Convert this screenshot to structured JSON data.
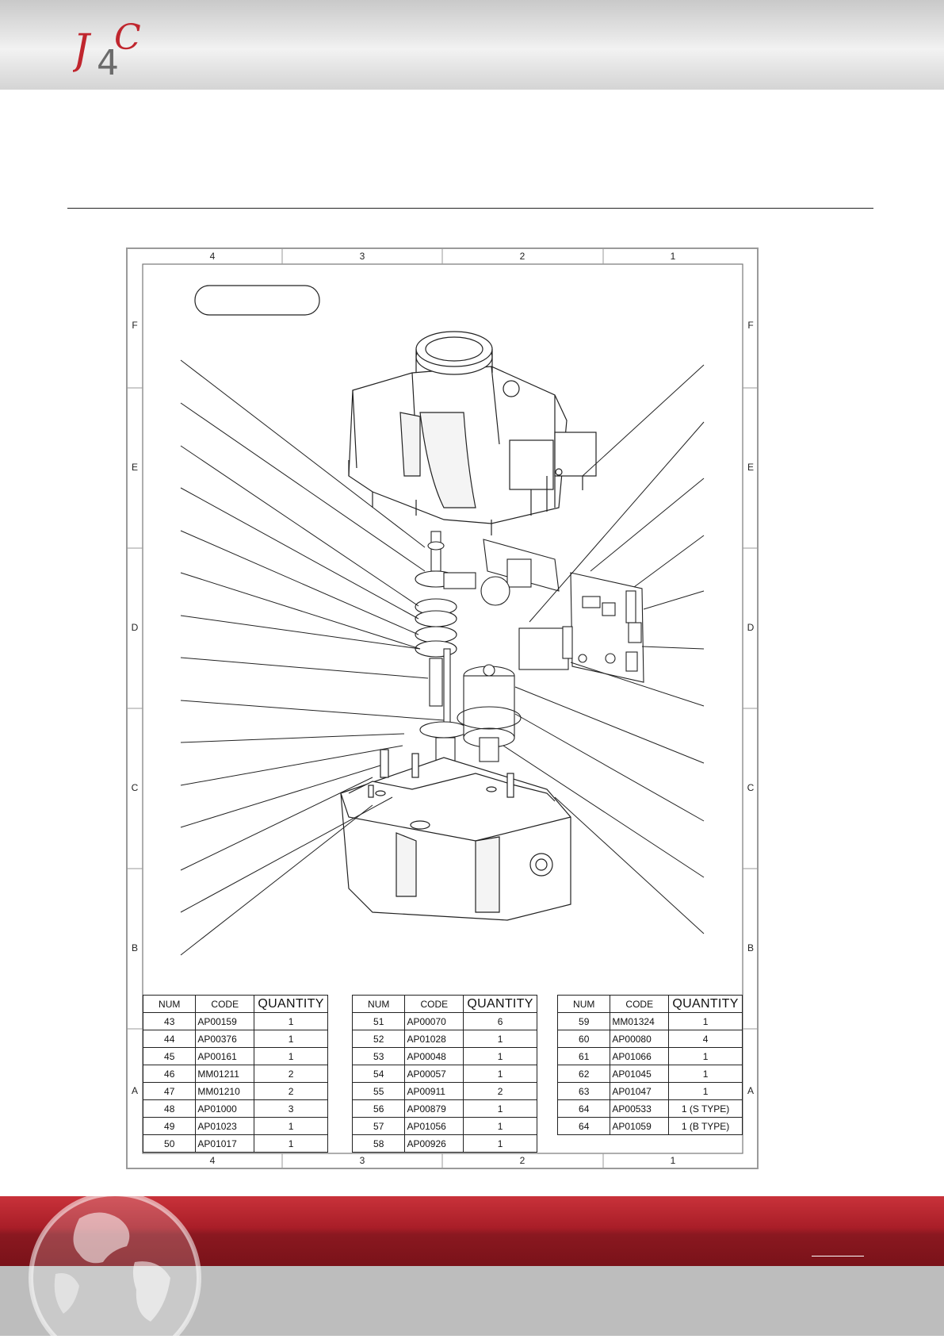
{
  "logo": {
    "text": "J4C"
  },
  "drawing": {
    "columns_top": [
      "4",
      "3",
      "2",
      "1"
    ],
    "columns_bottom": [
      "4",
      "3",
      "2",
      "1"
    ],
    "rows_left": [
      "F",
      "E",
      "D",
      "C",
      "B",
      "A"
    ],
    "rows_right": [
      "F",
      "E",
      "D",
      "C",
      "B",
      "A"
    ]
  },
  "tables": [
    {
      "headers": [
        "NUM",
        "CODE",
        "QUANTITY"
      ],
      "rows": [
        [
          "43",
          "AP00159",
          "1"
        ],
        [
          "44",
          "AP00376",
          "1"
        ],
        [
          "45",
          "AP00161",
          "1"
        ],
        [
          "46",
          "MM01211",
          "2"
        ],
        [
          "47",
          "MM01210",
          "2"
        ],
        [
          "48",
          "AP01000",
          "3"
        ],
        [
          "49",
          "AP01023",
          "1"
        ],
        [
          "50",
          "AP01017",
          "1"
        ]
      ]
    },
    {
      "headers": [
        "NUM",
        "CODE",
        "QUANTITY"
      ],
      "rows": [
        [
          "51",
          "AP00070",
          "6"
        ],
        [
          "52",
          "AP01028",
          "1"
        ],
        [
          "53",
          "AP00048",
          "1"
        ],
        [
          "54",
          "AP00057",
          "1"
        ],
        [
          "55",
          "AP00911",
          "2"
        ],
        [
          "56",
          "AP00879",
          "1"
        ],
        [
          "57",
          "AP01056",
          "1"
        ],
        [
          "58",
          "AP00926",
          "1"
        ]
      ]
    },
    {
      "headers": [
        "NUM",
        "CODE",
        "QUANTITY"
      ],
      "rows": [
        [
          "59",
          "MM01324",
          "1"
        ],
        [
          "60",
          "AP00080",
          "4"
        ],
        [
          "61",
          "AP01066",
          "1"
        ],
        [
          "62",
          "AP01045",
          "1"
        ],
        [
          "63",
          "AP01047",
          "1"
        ],
        [
          "64",
          "AP00533",
          "1 (S TYPE)"
        ],
        [
          "64",
          "AP01059",
          "1 (B TYPE)"
        ]
      ]
    }
  ]
}
